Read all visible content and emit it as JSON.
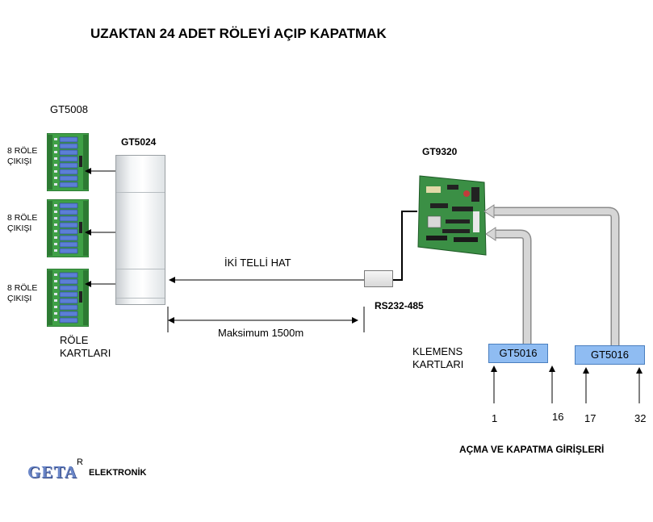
{
  "title": "UZAKTAN 24 ADET RÖLEYİ AÇIP KAPATMAK",
  "relay_group": {
    "model": "GT5008",
    "output_label_line1": "8 RÖLE",
    "output_label_line2": "ÇIKIŞI",
    "caption_line1": "RÖLE",
    "caption_line2": "KARTLARI"
  },
  "hub": {
    "model": "GT5024"
  },
  "link": {
    "label": "İKİ TELLİ HAT",
    "distance": "Maksimum 1500m"
  },
  "converter": {
    "model": "RS232-485"
  },
  "controller": {
    "model": "GT9320"
  },
  "terminal_cards": {
    "caption_line1": "KLEMENS",
    "caption_line2": "KARTLARI",
    "cards": [
      {
        "model": "GT5016",
        "range_start": "1",
        "range_end": "16"
      },
      {
        "model": "GT5016",
        "range_start": "17",
        "range_end": "32"
      }
    ]
  },
  "inputs_caption": "AÇMA VE KAPATMA GİRİŞLERİ",
  "brand": {
    "logo": "GETA",
    "registered": "R",
    "subtitle": "ELEKTRONİK"
  },
  "colors": {
    "card_fill": "#8fbcf2",
    "pipe": "#c8c8c8",
    "relay_pcb": "#3fa046",
    "relay_coil": "#5b7fd6"
  }
}
